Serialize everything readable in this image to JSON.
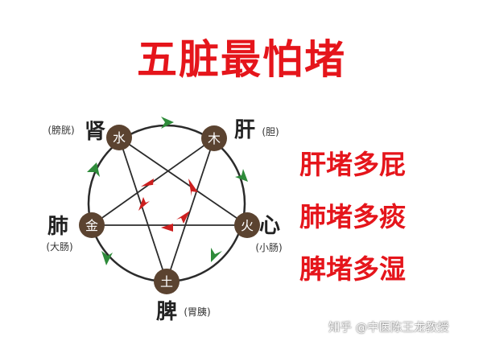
{
  "title": "五脏最怕堵",
  "organs": {
    "kidney": {
      "char": "肾",
      "paired": "(膀胱)",
      "element": "水"
    },
    "liver": {
      "char": "肝",
      "paired": "(胆)",
      "element": "木"
    },
    "heart": {
      "char": "心",
      "paired": "(小肠)",
      "element": "火"
    },
    "spleen": {
      "char": "脾",
      "paired": "(胃胰)",
      "element": "土"
    },
    "lung": {
      "char": "肺",
      "paired": "(大肠)",
      "element": "金"
    }
  },
  "side_text": [
    "肝堵多屁",
    "肺堵多痰",
    "脾堵多湿"
  ],
  "watermark": "知乎 @中医陈王龙教授",
  "colors": {
    "title_red": "#e5151b",
    "node_brown": "#5b4330",
    "generating_arrow_green": "#2e8b3a",
    "restraining_arrow_red": "#cc1f1f",
    "line_dark": "#2b2b2b"
  }
}
